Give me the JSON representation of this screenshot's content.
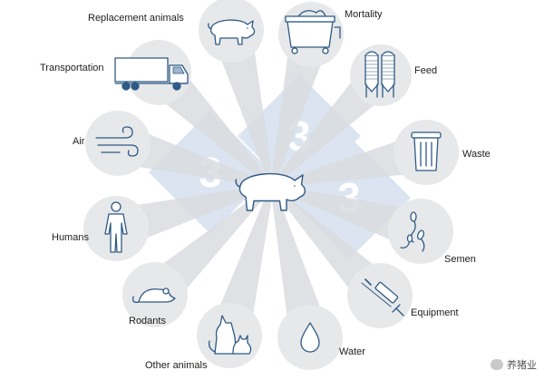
{
  "colors": {
    "spoke": "#d9dcdf",
    "circle": "#e6e8ea",
    "icon_stroke": "#2f5a85",
    "icon_fill": "#ffffff",
    "watermark": "#dbe4f0"
  },
  "watermark": {
    "digits": [
      "3",
      "3",
      "3"
    ]
  },
  "center": {
    "icon": "pig-icon"
  },
  "factors": [
    {
      "id": "replacement-animals",
      "label": "Replacement animals",
      "icon": "pig-icon"
    },
    {
      "id": "mortality",
      "label": "Mortality",
      "icon": "dead-animal-bin-icon"
    },
    {
      "id": "feed",
      "label": "Feed",
      "icon": "feed-silo-icon"
    },
    {
      "id": "waste",
      "label": "Waste",
      "icon": "trash-bin-icon"
    },
    {
      "id": "semen",
      "label": "Semen",
      "icon": "sperm-icon"
    },
    {
      "id": "equipment",
      "label": "Equipment",
      "icon": "syringe-icon"
    },
    {
      "id": "water",
      "label": "Water",
      "icon": "water-drop-icon"
    },
    {
      "id": "other-animals",
      "label": "Other animals",
      "icon": "dog-cat-icon"
    },
    {
      "id": "rodants",
      "label": "Rodants",
      "icon": "rat-icon"
    },
    {
      "id": "humans",
      "label": "Humans",
      "icon": "human-icon"
    },
    {
      "id": "air",
      "label": "Air",
      "icon": "wind-icon"
    },
    {
      "id": "transportation",
      "label": "Transportation",
      "icon": "truck-icon"
    }
  ],
  "source_mark": {
    "text": "养猪业",
    "icon": "wechat-icon"
  }
}
